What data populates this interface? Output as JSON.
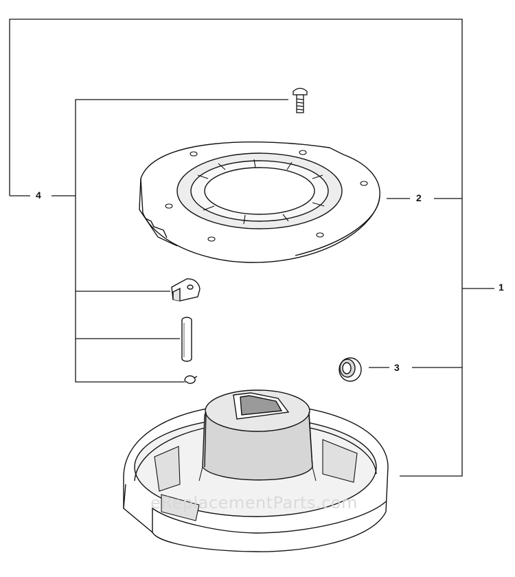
{
  "callouts": {
    "label_1": "1",
    "label_2": "2",
    "label_3": "3",
    "label_4": "4"
  },
  "watermark": "eReplacementParts.com",
  "colors": {
    "line": "#111111",
    "fill": "#ffffff",
    "shade": "#e6e6e6",
    "dark": "#9a9a9a"
  }
}
